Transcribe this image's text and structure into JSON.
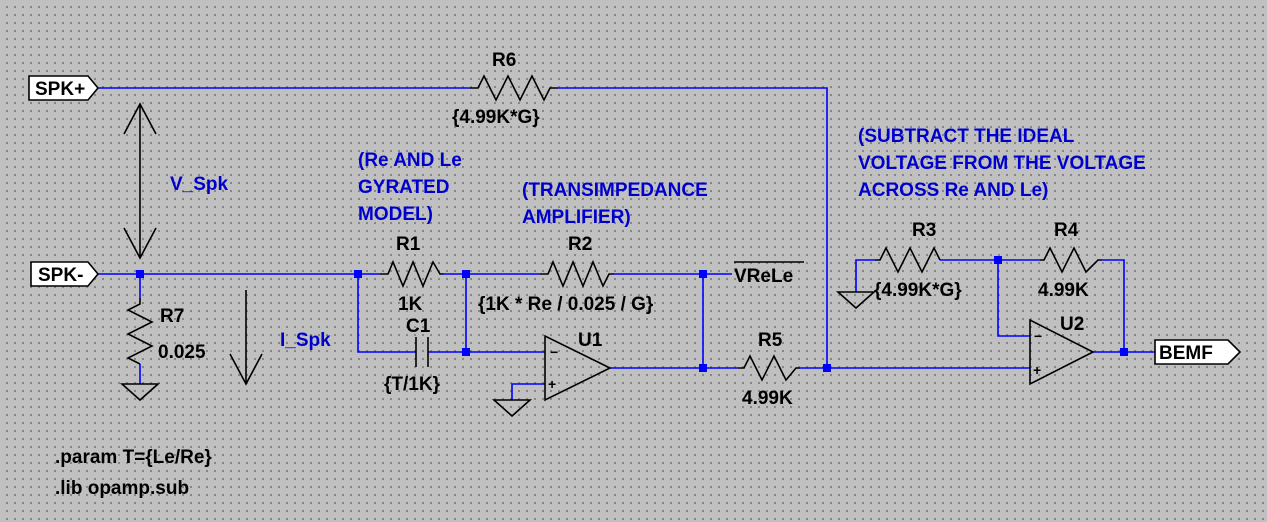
{
  "ports": {
    "spk_plus": "SPK+",
    "spk_minus": "SPK-",
    "bemf": "BEMF",
    "vrele": "VReLe"
  },
  "components": {
    "r1": {
      "name": "R1",
      "value": "1K"
    },
    "r2": {
      "name": "R2",
      "value": "{1K * Re / 0.025 / G}"
    },
    "r3": {
      "name": "R3",
      "value": "{4.99K*G}"
    },
    "r4": {
      "name": "R4",
      "value": "4.99K"
    },
    "r5": {
      "name": "R5",
      "value": "4.99K"
    },
    "r6": {
      "name": "R6",
      "value": "{4.99K*G}"
    },
    "r7": {
      "name": "R7",
      "value": "0.025"
    },
    "c1": {
      "name": "C1",
      "value": "{T/1K}"
    },
    "u1": {
      "name": "U1"
    },
    "u2": {
      "name": "U2"
    }
  },
  "annotations": {
    "v_spk": "V_Spk",
    "i_spk": "I_Spk",
    "gyrated": [
      "(Re AND Le",
      "GYRATED",
      "MODEL)"
    ],
    "transimpedance": [
      "(TRANSIMPEDANCE",
      "AMPLIFIER)"
    ],
    "subtract": [
      "(SUBTRACT THE IDEAL",
      "VOLTAGE FROM THE VOLTAGE",
      "ACROSS Re AND Le)"
    ]
  },
  "directives": {
    "param": ".param T={Le/Re}",
    "lib": ".lib opamp.sub"
  },
  "colors": {
    "background": "#c0c0c0",
    "wire": "#0000ff",
    "component": "#000000",
    "comment": "#0000cc"
  }
}
